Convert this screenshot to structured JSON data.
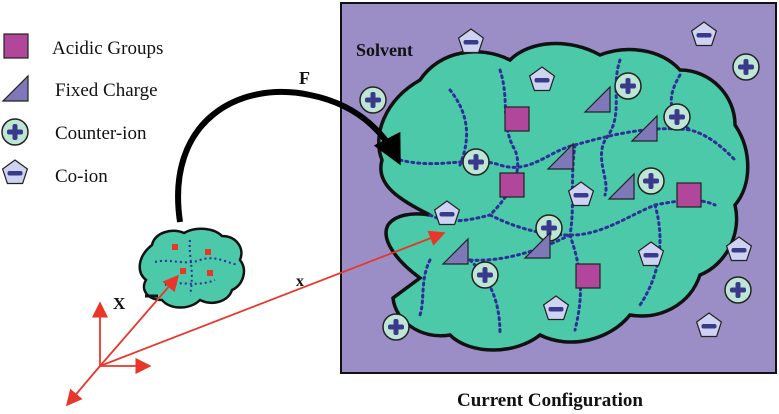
{
  "legend": {
    "acidic_groups": "Acidic Groups",
    "fixed_charge": "Fixed Charge",
    "counter_ion": "Counter-ion",
    "co_ion": "Co-ion"
  },
  "labels": {
    "solvent": "Solvent",
    "force": "F",
    "reference_position": "X",
    "current_position": "x",
    "caption": "Current Configuration"
  },
  "colors": {
    "solvent_box": "#9b8ec6",
    "gel": "#4cc9a8",
    "acidic_group": "#b0479a",
    "fixed_charge": "#7e77b8",
    "counter_ion": "#bfe6d4",
    "co_ion": "#cfd3f2",
    "ion_sign": "#3a3a8c",
    "network": "#2f2f9a",
    "vector": "#e8362a"
  },
  "icons": {
    "acidic_group": "square-icon",
    "fixed_charge": "triangle-icon",
    "counter_ion": "plus-circle-icon",
    "co_ion": "minus-pentagon-icon"
  }
}
